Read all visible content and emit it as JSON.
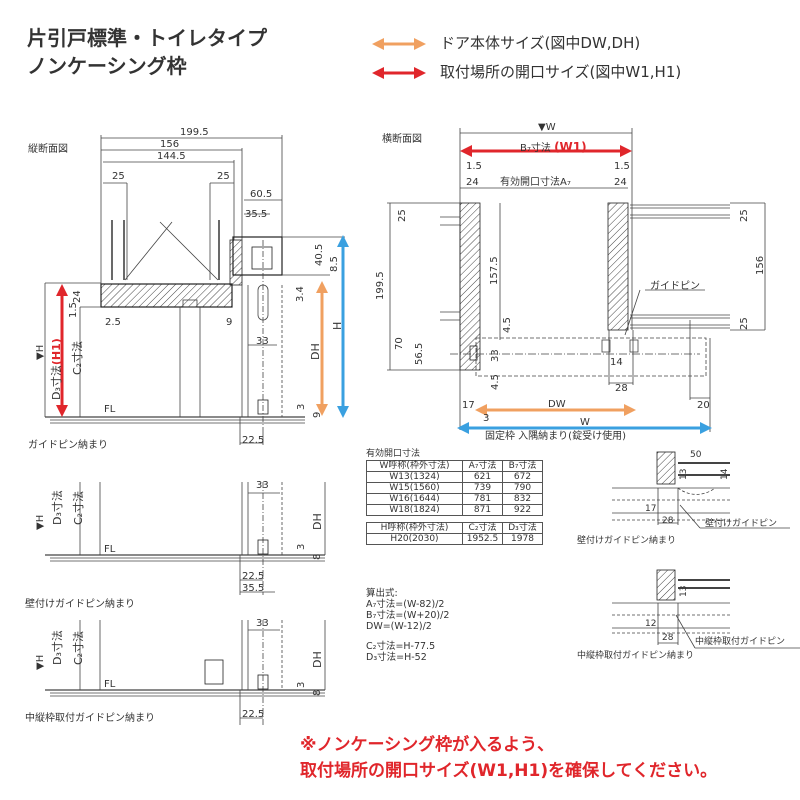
{
  "header": {
    "title_line1": "片引戸標準・トイレタイプ",
    "title_line2": "ノンケーシング枠"
  },
  "legend": [
    {
      "label": "ドア本体サイズ(図中DW,DH)",
      "color": "#f0a060"
    },
    {
      "label": "取付場所の開口サイズ(図中W1,H1)",
      "color": "#e0262b"
    }
  ],
  "colors": {
    "orange": "#f0a060",
    "red": "#e0262b",
    "blue": "#3aa0e0"
  },
  "vertical_section": {
    "title": "縦断面図",
    "caption": "ガイドピン納まり",
    "dims": [
      "199.5",
      "156",
      "144.5",
      "25",
      "25",
      "60.5",
      "35.5",
      "40.5",
      "8.5",
      "24",
      "1.5",
      "2.5",
      "9",
      "3.4",
      "33",
      "3",
      "9",
      "22.5"
    ],
    "fl": "FL",
    "d3": "D₃寸法",
    "h1": "(H1)",
    "c2": "C₂寸法",
    "h_mark": "▼H",
    "dh": "DH",
    "h": "H"
  },
  "wall_guide": {
    "caption": "壁付けガイドピン納まり",
    "dims": [
      "33",
      "3",
      "8",
      "22.5",
      "35.5"
    ],
    "fl": "FL",
    "d3": "D₃寸法",
    "c2": "C₂寸法",
    "h_mark": "▼H",
    "dh": "DH"
  },
  "mid_guide": {
    "caption": "中縦枠取付ガイドピン納まり",
    "dims": [
      "33",
      "3",
      "8",
      "22.5"
    ],
    "fl": "FL",
    "d3": "D₃寸法",
    "c2": "C₂寸法",
    "h_mark": "▼H",
    "dh": "DH"
  },
  "plan_section": {
    "title": "横断面図",
    "w_mark": "▼W",
    "b7": "B₇寸法",
    "w1": "(W1)",
    "dims": [
      "1.5",
      "1.5",
      "24",
      "24",
      "25",
      "25",
      "199.5",
      "157.5",
      "156",
      "25",
      "70",
      "56.5",
      "4.5",
      "33",
      "4.5",
      "14",
      "28",
      "17",
      "3",
      "20"
    ],
    "a7": "有効開口寸法A₇",
    "guide_pin": "ガイドピン",
    "dw": "DW",
    "w": "W",
    "caption": "固定枠 入隅納まり(錠受け使用)"
  },
  "table": {
    "title": "有効開口寸法",
    "w_headers": [
      "W呼称(枠外寸法)",
      "A₇寸法",
      "B₇寸法"
    ],
    "w_rows": [
      [
        "W13(1324)",
        "621",
        "672"
      ],
      [
        "W15(1560)",
        "739",
        "790"
      ],
      [
        "W16(1644)",
        "781",
        "832"
      ],
      [
        "W18(1824)",
        "871",
        "922"
      ]
    ],
    "h_headers": [
      "H呼称(枠外寸法)",
      "C₂寸法",
      "D₃寸法"
    ],
    "h_rows": [
      [
        "H20(2030)",
        "1952.5",
        "1978"
      ]
    ]
  },
  "formulas": {
    "title": "算出式:",
    "lines": [
      "A₇寸法=(W-82)/2",
      "B₇寸法=(W+20)/2",
      "DW=(W-12)/2",
      "C₂寸法=H-77.5",
      "D₃寸法=H-52"
    ]
  },
  "details": {
    "wall": {
      "dims": [
        "50",
        "13",
        "14",
        "17",
        "28"
      ],
      "pin_label": "壁付けガイドピン",
      "caption": "壁付けガイドピン納まり"
    },
    "mid": {
      "dims": [
        "13",
        "12",
        "28"
      ],
      "pin_label": "中縦枠取付ガイドピン",
      "caption": "中縦枠取付ガイドピン納まり"
    }
  },
  "footer": {
    "line1": "※ノンケーシング枠が入るよう、",
    "line2": "取付場所の開口サイズ(W1,H1)を確保してください。"
  }
}
